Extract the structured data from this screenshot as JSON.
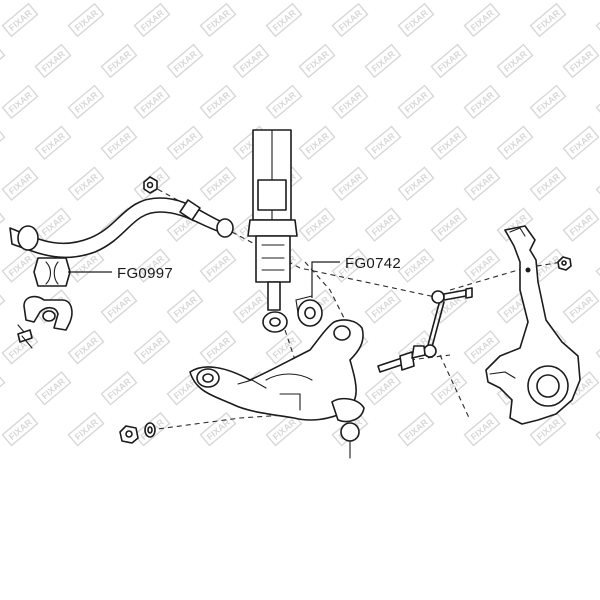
{
  "watermark": {
    "brand": "FIXAR",
    "color": "#b8b8b8"
  },
  "callouts": {
    "stabilizer_bushing": "FG0997",
    "lower_arm_bushing": "FG0742"
  },
  "colors": {
    "ink": "#1c1c1c",
    "background": "#ffffff"
  }
}
